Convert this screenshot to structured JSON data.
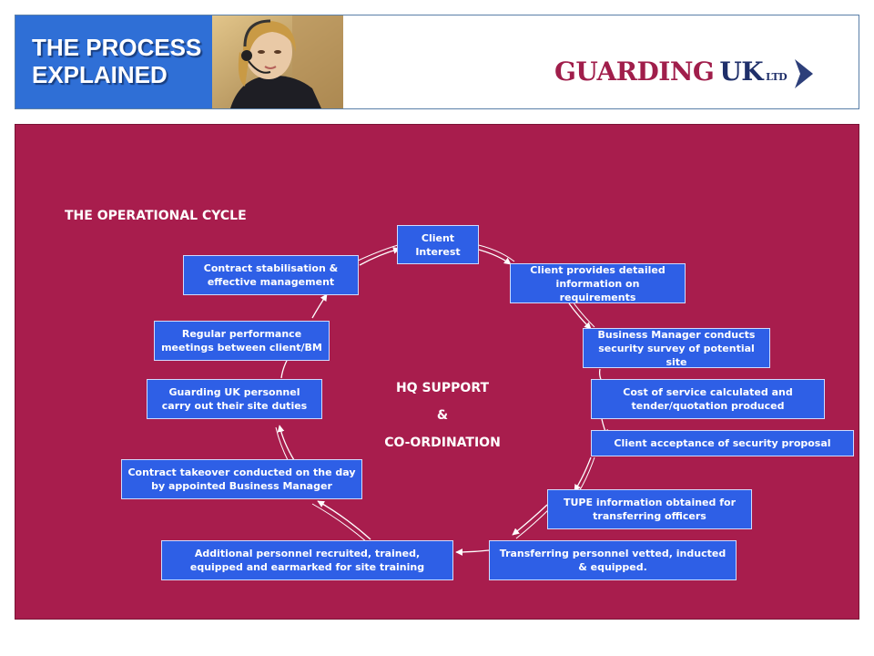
{
  "header": {
    "title_line1": "THE PROCESS",
    "title_line2": "EXPLAINED",
    "logo": {
      "word": "GUARDING",
      "uk": "UK",
      "ltd": "LTD"
    }
  },
  "cycle": {
    "title": "THE OPERATIONAL CYCLE",
    "center": {
      "line1": "HQ SUPPORT",
      "line2": "&",
      "line3": "CO-ORDINATION"
    },
    "steps": [
      "Client Interest",
      "Client provides detailed information on requirements",
      "Business Manager conducts security survey of potential site",
      "Cost of service calculated and tender/quotation produced",
      "Client acceptance of security proposal",
      "TUPE information obtained for transferring officers",
      "Transferring personnel vetted, inducted & equipped.",
      "Additional personnel recruited, trained, equipped and earmarked for site training",
      "Contract takeover conducted on the day by appointed Business Manager",
      "Guarding UK personnel carry out their site duties",
      "Regular performance meetings between client/BM",
      "Contract stabilisation & effective management"
    ]
  },
  "colors": {
    "header_blue": "#2f6fd6",
    "panel": "#a81d4d",
    "box": "#2e5fe6",
    "logo_red": "#a01e4b",
    "logo_navy": "#1f2f6a"
  }
}
